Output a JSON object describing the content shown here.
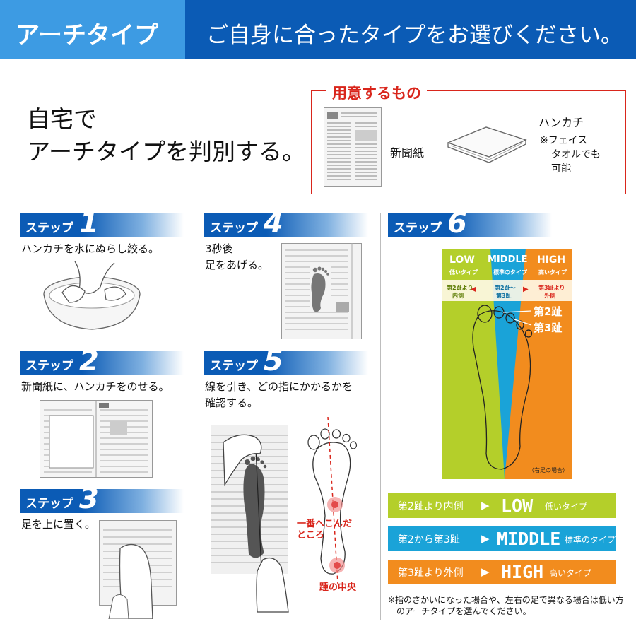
{
  "header": {
    "title": "アーチタイプ",
    "subtitle": "ご自身に合ったタイプをお選びください。"
  },
  "intro": {
    "line1": "自宅で",
    "line2": "アーチタイプを判別する。"
  },
  "prepare": {
    "title": "用意するもの",
    "newspaper": "新聞紙",
    "handkerchief": "ハンカチ",
    "note1": "※フェイス",
    "note2": "タオルでも",
    "note3": "可能"
  },
  "steps": [
    {
      "label": "ステップ",
      "num": "1",
      "caption1": "ハンカチを水にぬらし絞る。",
      "caption2": ""
    },
    {
      "label": "ステップ",
      "num": "2",
      "caption1": "新聞紙に、ハンカチをのせる。",
      "caption2": ""
    },
    {
      "label": "ステップ",
      "num": "3",
      "caption1": "足を上に置く。",
      "caption2": ""
    },
    {
      "label": "ステップ",
      "num": "4",
      "caption1": "3秒後",
      "caption2": "足をあげる。"
    },
    {
      "label": "ステップ",
      "num": "5",
      "caption1": "線を引き、どの指にかかるかを",
      "caption2": "確認する。"
    },
    {
      "label": "ステップ",
      "num": "6",
      "caption1": "",
      "caption2": ""
    }
  ],
  "step5_labels": {
    "hollow1": "一番へこんだ",
    "hollow2": "ところ",
    "heel": "踵の中央"
  },
  "diagram": {
    "low": "LOW",
    "low_sub": "低いタイプ",
    "middle": "MIDDLE",
    "middle_sub": "標準のタイプ",
    "high": "HIGH",
    "high_sub": "高いタイプ",
    "low_rule1": "第2趾より",
    "low_rule2": "内側",
    "mid_rule1": "第2趾〜",
    "mid_rule2": "第3趾",
    "high_rule1": "第3趾より",
    "high_rule2": "外側",
    "toe2": "第2趾",
    "toe3": "第3趾",
    "foot_note": "（右足の場合）",
    "colors": {
      "low": "#b4cf2a",
      "middle": "#1aa3d8",
      "high": "#f28c1e",
      "accent_red": "#d9261c",
      "brand_blue": "#0b5bb5"
    }
  },
  "results": [
    {
      "text": "第2趾より内側",
      "type": "LOW",
      "sub": "低いタイプ"
    },
    {
      "text": "第2から第3趾",
      "type": "MIDDLE",
      "sub": "標準のタイプ"
    },
    {
      "text": "第3趾より外側",
      "type": "HIGH",
      "sub": "高いタイプ"
    }
  ],
  "note": {
    "line1": "※指のさかいになった場合や、左右の足で異なる場合は低い方",
    "line2": "のアーチタイプを選んでください。"
  }
}
